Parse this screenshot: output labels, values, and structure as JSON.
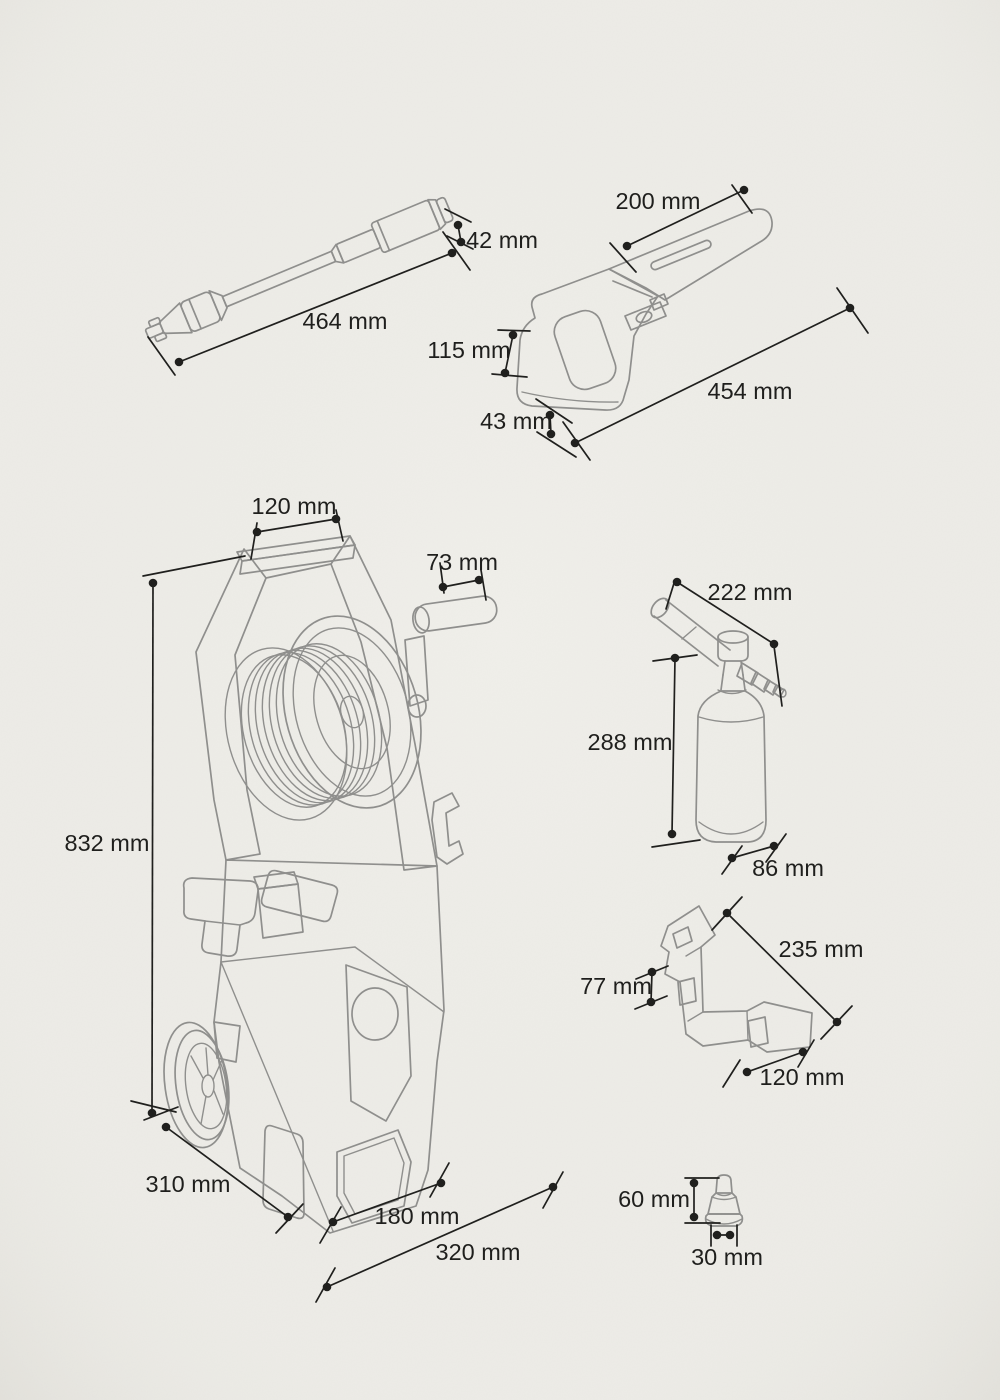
{
  "document": {
    "type": "dimension-spec-sheet",
    "units": "mm"
  },
  "colors": {
    "background": "#edece7",
    "artwork_line": "#8e8e8c",
    "dimension_line": "#1c1c1a",
    "label_text": "#1b1b19"
  },
  "parts": {
    "lance": {
      "dimensions": {
        "diameter": "42 mm",
        "length": "464 mm"
      }
    },
    "gun": {
      "dimensions": {
        "barrel_length": "200 mm",
        "grip_height": "115 mm",
        "base_depth": "43 mm",
        "overall_length": "454 mm"
      }
    },
    "washer": {
      "dimensions": {
        "handle_width": "120 mm",
        "crank_length": "73 mm",
        "height": "832 mm",
        "depth": "310 mm",
        "base_width": "180 mm",
        "overall_width": "320 mm"
      }
    },
    "foam_cannon": {
      "dimensions": {
        "overall_length": "222 mm",
        "height": "288 mm",
        "diameter": "86 mm"
      }
    },
    "holder": {
      "dimensions": {
        "length": "235 mm",
        "height": "77 mm",
        "width": "120 mm"
      }
    },
    "nozzle": {
      "dimensions": {
        "height": "60 mm",
        "width": "30 mm"
      }
    }
  }
}
